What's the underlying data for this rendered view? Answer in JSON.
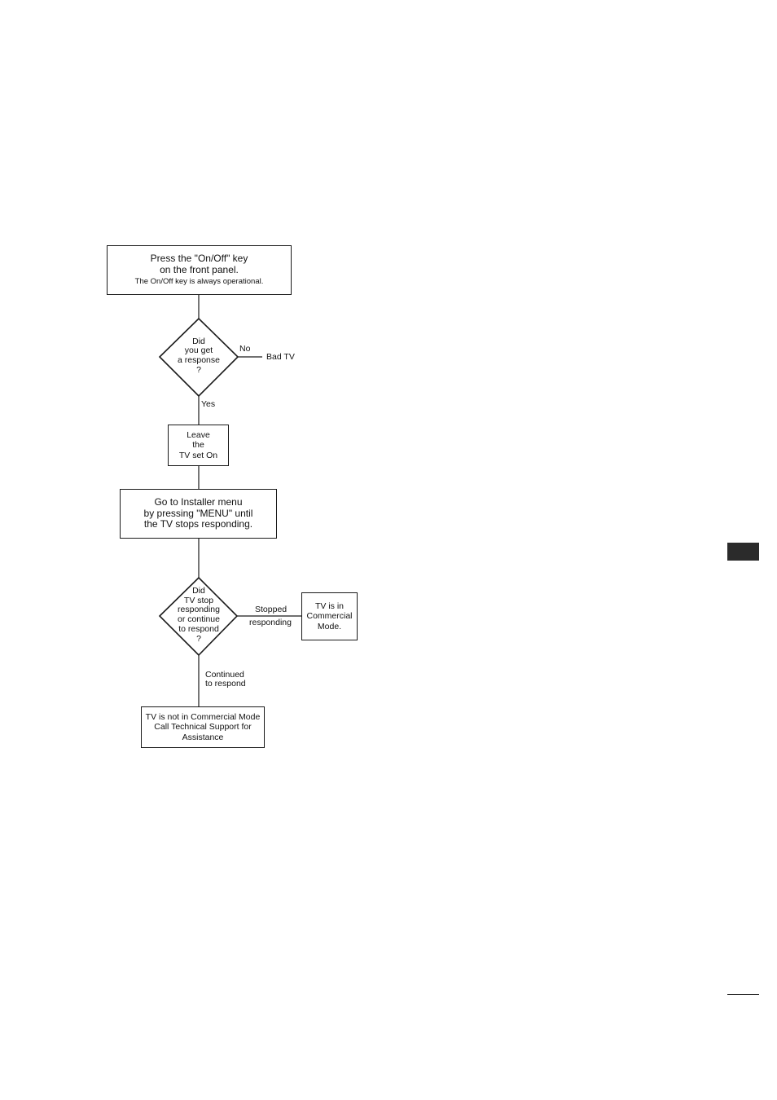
{
  "flowchart": {
    "start_box": {
      "line1": "Press the \"On/Off\" key",
      "line2": "on the front panel.",
      "line3": "The On/Off key is always operational."
    },
    "decision_response": {
      "line1": "Did",
      "line2": "you get",
      "line3": "a response",
      "line4": "?"
    },
    "label_no": "No",
    "bad_tv": "Bad TV",
    "label_yes": "Yes",
    "leave_box": {
      "line1": "Leave",
      "line2": "the",
      "line3": "TV set On"
    },
    "installer_box": {
      "line1": "Go to Installer menu",
      "line2": "by pressing \"MENU\" until",
      "line3": "the TV stops responding."
    },
    "decision_stop": {
      "line1": "Did",
      "line2": "TV stop",
      "line3": "responding",
      "line4": "or continue",
      "line5": "to respond",
      "line6": "?"
    },
    "label_stopped": "Stopped",
    "label_responding": "responding",
    "commercial_box": {
      "line1": "TV is in",
      "line2": "Commercial",
      "line3": "Mode."
    },
    "label_continued": "Continued",
    "label_to_respond": "to respond",
    "support_box": {
      "line1": "TV is not in Commercial Mode",
      "line2": "Call Technical Support for",
      "line3": "Assistance"
    }
  }
}
